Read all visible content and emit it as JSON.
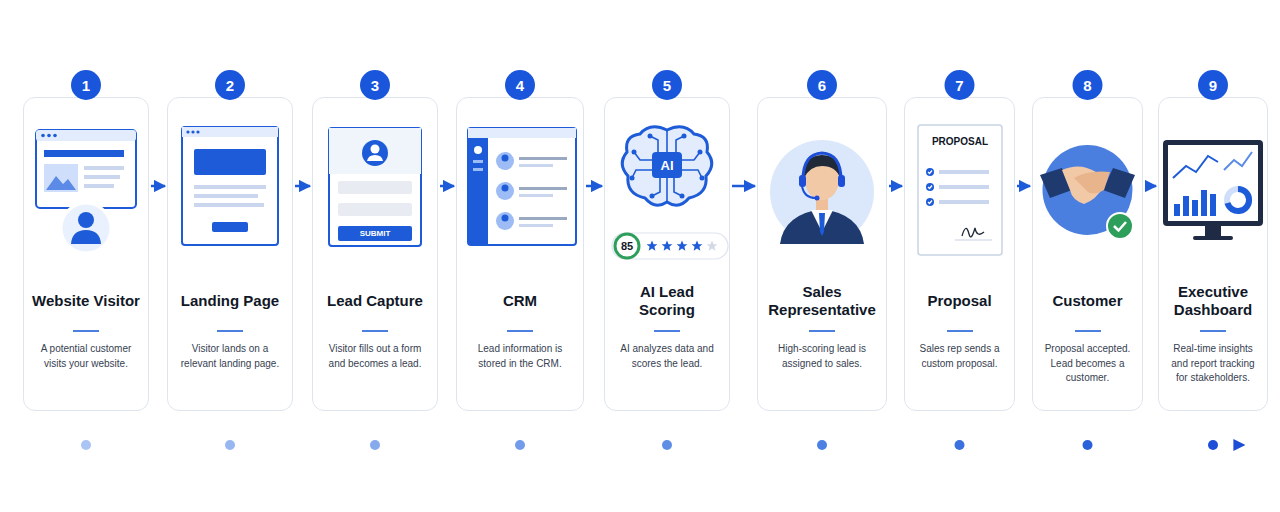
{
  "diagram": {
    "nodes": [
      {
        "text": [
          "Website Visitor",
          "A potential customer visits your website."
        ]
      },
      {
        "text": [
          "Landing Page",
          "Visitor lands on a relevant landing page."
        ]
      },
      {
        "text": [
          "Lead Capture",
          "Visitor fills out a form and becomes a lead."
        ]
      },
      {
        "text": [
          "CRM",
          "Lead information is stored in the CRM."
        ]
      },
      {
        "text": [
          "AI Lead Scoring",
          "AI analyzes data and scores the lead."
        ]
      },
      {
        "text": [
          "Sales Representative",
          "High-scoring lead is assigned to sales."
        ]
      },
      {
        "text": [
          "Proposal",
          "Sales rep sends a custom proposal."
        ]
      },
      {
        "text": [
          "Customer",
          "Proposal accepted. Lead becomes a customer."
        ]
      },
      {
        "text": [
          "Executive Dashboard",
          "Real-time insights and report tracking for stakeholders."
        ]
      }
    ],
    "edges": [
      {
        "from": 0,
        "to": 1,
        "arrow": "to"
      },
      {
        "from": 1,
        "to": 2,
        "arrow": "to"
      },
      {
        "from": 2,
        "to": 3,
        "arrow": "to"
      },
      {
        "from": 3,
        "to": 4,
        "arrow": "to"
      },
      {
        "from": 4,
        "to": 5,
        "arrow": "to"
      },
      {
        "from": 5,
        "to": 6,
        "arrow": "to"
      },
      {
        "from": 6,
        "to": 7,
        "arrow": "to"
      },
      {
        "from": 7,
        "to": 8,
        "arrow": "to"
      }
    ],
    "labels": [
      "1",
      "2",
      "3",
      "4",
      "5",
      "6",
      "7",
      "8",
      "9",
      "SUBMIT",
      "AI",
      "85",
      "PROPOSAL"
    ]
  }
}
